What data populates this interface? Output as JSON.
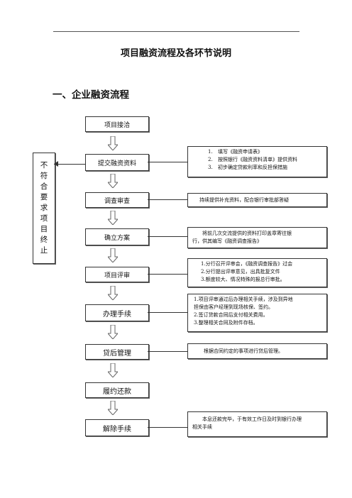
{
  "document": {
    "title": "项目融资流程及各环节说明",
    "section_heading": "一、企业融资流程"
  },
  "flow": {
    "steps": [
      "项目接洽",
      "提交融资资料",
      "调查审查",
      "确立方案",
      "项目评审",
      "办理手续",
      "贷后管理",
      "履约还款",
      "解除手续"
    ],
    "side_label": "不符合要求项目终止",
    "notes": {
      "submit": [
        "填写《融资申请表》",
        "按照银行《融资资料清单》提供资料",
        "初步确定贷款利率和反担保措施"
      ],
      "submit_nums": [
        "1.",
        "2.",
        "3."
      ],
      "investigate": [
        "持续提供补充资料，配合银行审批部答疑"
      ],
      "plan": [
        "将前几次交流提供的资料打印盖章寄往银",
        "行，供其编写《融资调查报告》"
      ],
      "review": [
        "1.分行召开评审会，《融资调查报告》过会",
        "2.分行提出评审意见，出具批复文件",
        "3.额度较大、情况特殊的报总行审批。"
      ],
      "process": [
        "1.项目评审通过后办理相关手续，涉及到异地",
        "担保由客户经理到现场核保、签约。",
        "2.签订贷款合同后支付相关费用。",
        "3.整理相关合同及附件存档。"
      ],
      "postloan": [
        "根据合同约定的事项进行贷后管理。"
      ],
      "release": [
        "本息还款完毕，于有效工作日及时到银行办理",
        "相关手续"
      ]
    }
  }
}
